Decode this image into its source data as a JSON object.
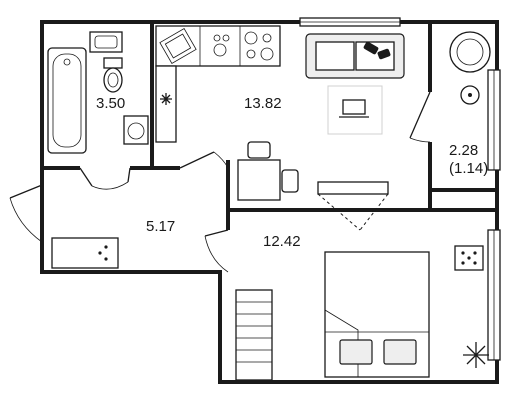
{
  "rooms": [
    {
      "id": "bathroom",
      "area": "3.50"
    },
    {
      "id": "kitchen-living",
      "area": "13.82"
    },
    {
      "id": "balcony",
      "area": "2.28",
      "area_reduced": "(1.14)"
    },
    {
      "id": "hallway",
      "area": "5.17"
    },
    {
      "id": "bedroom",
      "area": "12.42"
    }
  ],
  "icons": [
    "bathtub-icon",
    "toilet-icon",
    "washbasin-icon",
    "washing-machine-icon",
    "kitchen-sink-icon",
    "stove-icon",
    "fridge-icon",
    "sofa-icon",
    "tv-icon",
    "dining-table-icon",
    "chair-icon",
    "bed-icon",
    "pillow-icon",
    "wardrobe-icon",
    "armchair-icon",
    "side-table-icon",
    "plant-icon",
    "compass-icon"
  ]
}
